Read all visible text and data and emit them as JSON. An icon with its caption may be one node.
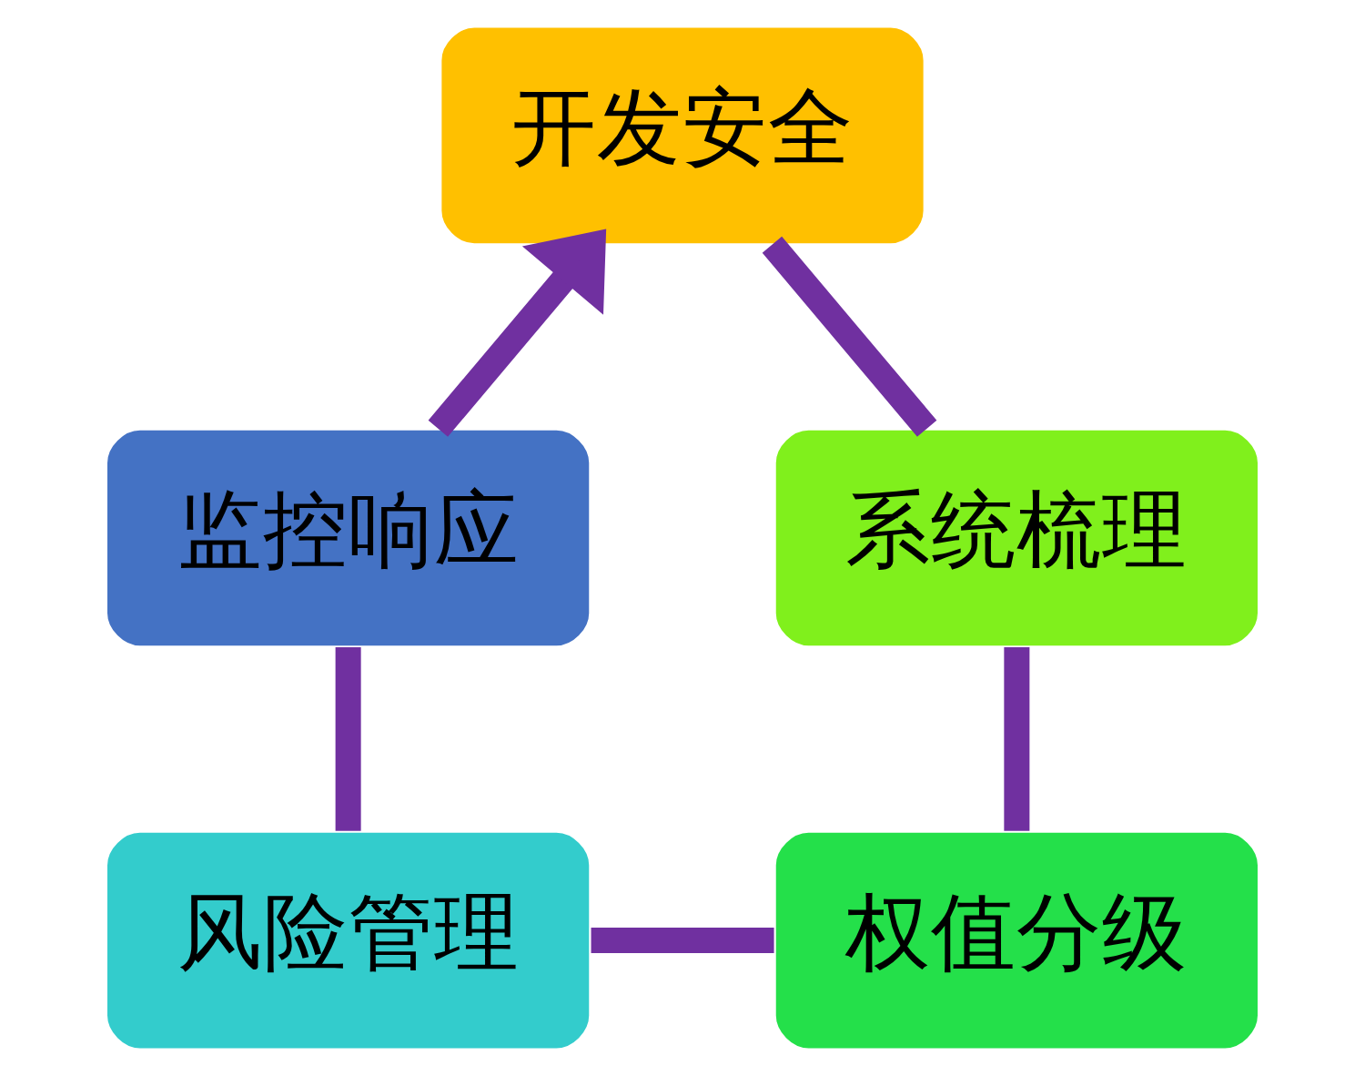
{
  "diagram": {
    "nodes": [
      {
        "text": [
          "开发安全"
        ]
      },
      {
        "text": [
          "系统梳理"
        ]
      },
      {
        "text": [
          "权值分级"
        ]
      },
      {
        "text": [
          "风险管理"
        ]
      },
      {
        "text": [
          "监控响应"
        ]
      }
    ],
    "edges": [
      {
        "from": 0,
        "to": 1,
        "arrow": "none"
      },
      {
        "from": 1,
        "to": 2,
        "arrow": "none"
      },
      {
        "from": 2,
        "to": 3,
        "arrow": "none"
      },
      {
        "from": 3,
        "to": 4,
        "arrow": "none"
      },
      {
        "from": 4,
        "to": 0,
        "arrow": "to"
      }
    ]
  }
}
